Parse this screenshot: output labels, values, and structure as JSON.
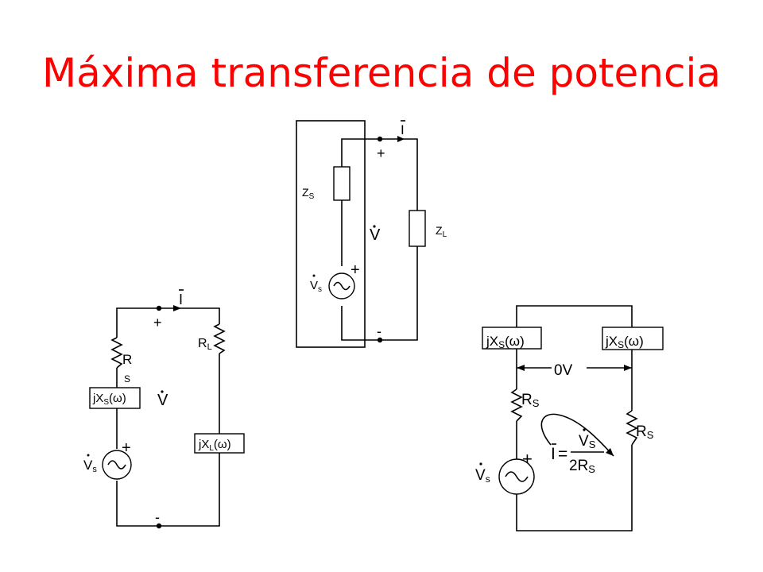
{
  "title": "Máxima transferencia de potencia",
  "diagram1": {
    "current": "I",
    "plus_top": "+",
    "minus_bottom": "-",
    "voltage": "V",
    "source_plus": "+",
    "zs_main": "Z",
    "zs_sub": "S",
    "zl_main": "Z",
    "zl_sub": "L",
    "vs_main": "V",
    "vs_sub": "s"
  },
  "diagram2": {
    "current": "I",
    "plus_top": "+",
    "minus_bottom": "-",
    "voltage": "V",
    "source_plus": "+",
    "rs_main": "R",
    "rs_sub": "S",
    "rl_main": "R",
    "rl_sub": "L",
    "jxs_pre": "jX",
    "jxs_sub": "S",
    "jxs_post": "(ω)",
    "jxl_pre": "jX",
    "jxl_sub": "L",
    "jxl_post": "(ω)",
    "vs_main": "V",
    "vs_sub": "s"
  },
  "diagram3": {
    "jxs_pre": "jX",
    "jxs_sub": "S",
    "jxs_post": "(ω)",
    "zero_v": "0V",
    "rs_main": "R",
    "rs_sub": "S",
    "source_plus": "+",
    "vs_main": "V",
    "vs_sub": "s",
    "eq_lhs": "I",
    "eq_sign": "=",
    "num_main": "V",
    "num_sub": "S",
    "den_main": "2R",
    "den_sub": "S"
  }
}
